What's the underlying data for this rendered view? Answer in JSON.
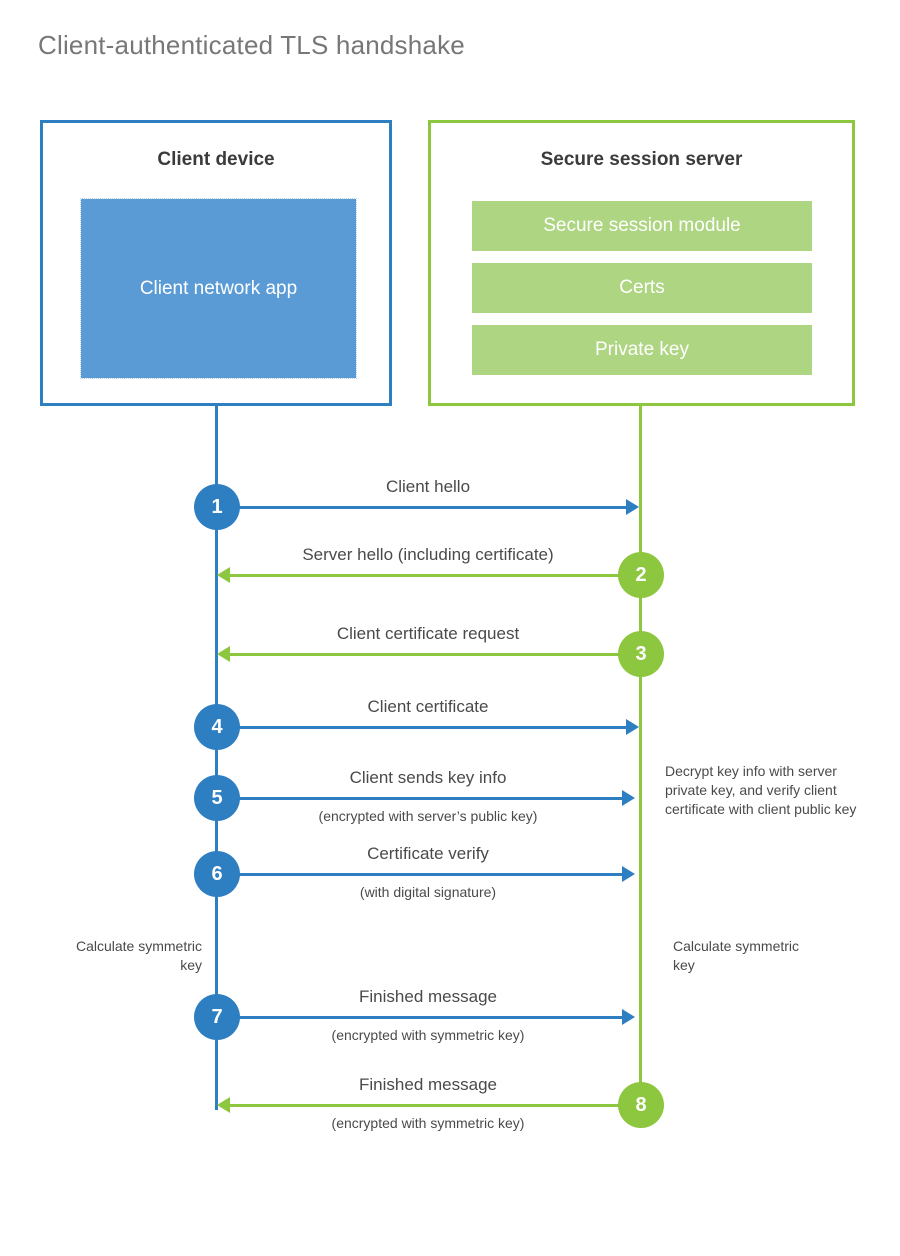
{
  "title": "Client-authenticated TLS handshake",
  "colors": {
    "blue": "#2E7EC2",
    "blue_fill": "#5B9BD5",
    "green": "#8DC63F",
    "green_fill": "#AED581",
    "title_gray": "#777777",
    "text_gray": "#4a4a4a",
    "heading_dark": "#3b3b3b",
    "background": "#ffffff"
  },
  "client": {
    "title": "Client device",
    "app_label": "Client network app"
  },
  "server": {
    "title": "Secure session server",
    "components": [
      {
        "label": "Secure session module"
      },
      {
        "label": "Certs"
      },
      {
        "label": "Private key"
      }
    ]
  },
  "steps": [
    {
      "number": "1",
      "label": "Client hello",
      "sublabel": "",
      "direction": "client-to-server",
      "color": "blue"
    },
    {
      "number": "2",
      "label": "Server hello (including certificate)",
      "sublabel": "",
      "direction": "server-to-client",
      "color": "green"
    },
    {
      "number": "3",
      "label": "Client certificate request",
      "sublabel": "",
      "direction": "server-to-client",
      "color": "green"
    },
    {
      "number": "4",
      "label": "Client certificate",
      "sublabel": "",
      "direction": "client-to-server",
      "color": "blue"
    },
    {
      "number": "5",
      "label": "Client sends key info",
      "sublabel": "(encrypted with server’s public key)",
      "direction": "client-to-server",
      "color": "blue"
    },
    {
      "number": "6",
      "label": "Certificate verify",
      "sublabel": "(with digital signature)",
      "direction": "client-to-server",
      "color": "blue"
    },
    {
      "number": "7",
      "label": "Finished message",
      "sublabel": "(encrypted with symmetric key)",
      "direction": "client-to-server",
      "color": "blue"
    },
    {
      "number": "8",
      "label": "Finished message",
      "sublabel": "(encrypted with symmetric key)",
      "direction": "server-to-client",
      "color": "green"
    }
  ],
  "notes": {
    "server_decrypt": "Decrypt key info with server private key, and verify client certificate with client public key",
    "client_symmetric_key": "Calculate symmetric key",
    "server_symmetric_key": "Calculate symmetric key"
  }
}
